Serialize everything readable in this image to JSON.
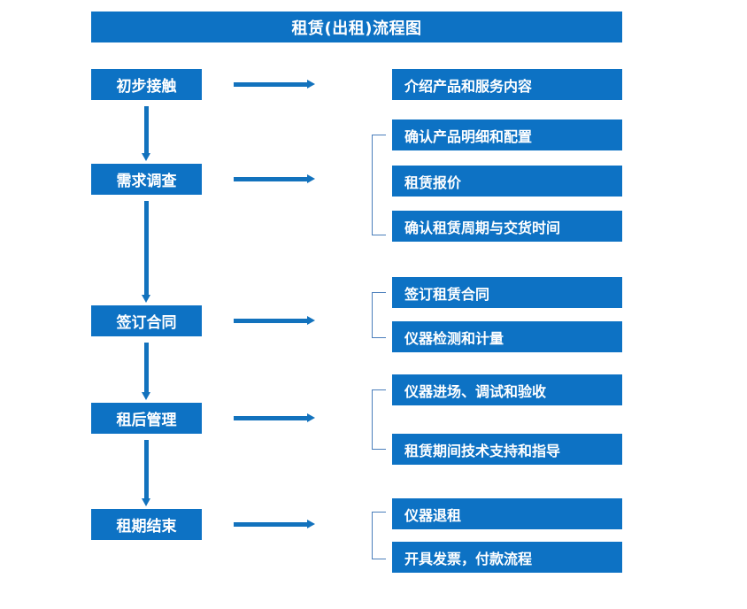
{
  "title": "租赁(出租)流程图",
  "colors": {
    "box_fill": "#0d72c4",
    "box_text": "#ffffff",
    "arrow": "#1272bd",
    "bracket": "#4a7ebb",
    "background": "#ffffff"
  },
  "stages": [
    {
      "label": "初步接触"
    },
    {
      "label": "需求调查"
    },
    {
      "label": "签订合同"
    },
    {
      "label": "租后管理"
    },
    {
      "label": "租期结束"
    }
  ],
  "details": [
    {
      "label": "介绍产品和服务内容"
    },
    {
      "label": "确认产品明细和配置"
    },
    {
      "label": "租赁报价"
    },
    {
      "label": "确认租赁周期与交货时间"
    },
    {
      "label": "签订租赁合同"
    },
    {
      "label": "仪器检测和计量"
    },
    {
      "label": "仪器进场、调试和验收"
    },
    {
      "label": "租赁期间技术支持和指导"
    },
    {
      "label": "仪器退租"
    },
    {
      "label": "开具发票，付款流程"
    }
  ]
}
